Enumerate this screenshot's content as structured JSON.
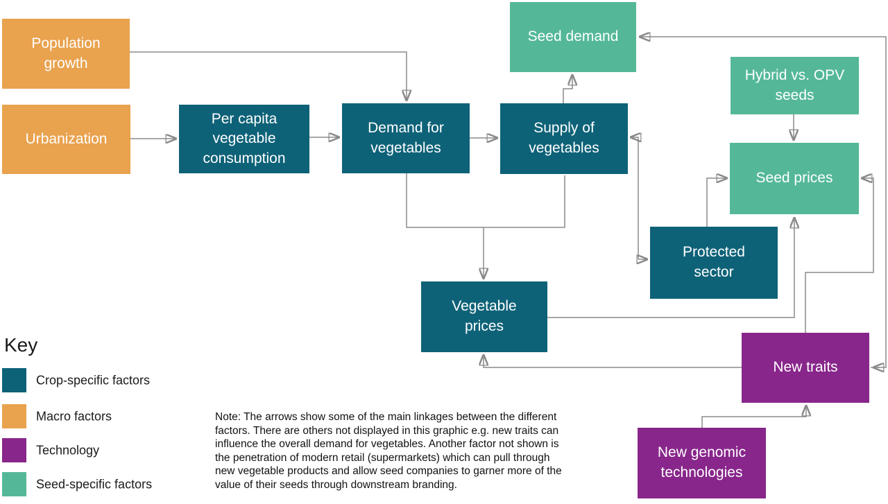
{
  "diagram": {
    "key": {
      "title": "Key",
      "entries": [
        {
          "id": "crop",
          "label": "Crop-specific factors",
          "color": "#0E6278"
        },
        {
          "id": "macro",
          "label": "Macro factors",
          "color": "#E9A24E"
        },
        {
          "id": "technology",
          "label": "Technology",
          "color": "#88268B"
        },
        {
          "id": "seed",
          "label": "Seed-specific factors",
          "color": "#54B898"
        }
      ]
    },
    "line_color": "#8A8A8A",
    "nodes": [
      {
        "id": "population-growth",
        "label": "Population growth",
        "category": "macro"
      },
      {
        "id": "urbanization",
        "label": "Urbanization",
        "category": "macro"
      },
      {
        "id": "per-capita-vegetable-consumption",
        "label": "Per capita vegetable consumption",
        "category": "crop"
      },
      {
        "id": "demand-for-vegetables",
        "label": "Demand for vegetables",
        "category": "crop"
      },
      {
        "id": "supply-of-vegetables",
        "label": "Supply of vegetables",
        "category": "crop"
      },
      {
        "id": "seed-demand",
        "label": "Seed demand",
        "category": "seed"
      },
      {
        "id": "hybrid-vs-opv-seeds",
        "label": "Hybrid vs. OPV seeds",
        "category": "seed"
      },
      {
        "id": "seed-prices",
        "label": "Seed prices",
        "category": "seed"
      },
      {
        "id": "protected-sector",
        "label": "Protected sector",
        "category": "crop"
      },
      {
        "id": "vegetable-prices",
        "label": "Vegetable prices",
        "category": "crop"
      },
      {
        "id": "new-traits",
        "label": "New traits",
        "category": "technology"
      },
      {
        "id": "new-genomic-technologies",
        "label": "New genomic technologies",
        "category": "technology"
      }
    ],
    "edges": [
      {
        "from": "population-growth",
        "to": "demand-for-vegetables"
      },
      {
        "from": "urbanization",
        "to": "per-capita-vegetable-consumption"
      },
      {
        "from": "per-capita-vegetable-consumption",
        "to": "demand-for-vegetables"
      },
      {
        "from": "demand-for-vegetables",
        "to": "supply-of-vegetables"
      },
      {
        "from": "supply-of-vegetables",
        "to": "seed-demand"
      },
      {
        "from": "demand-for-vegetables",
        "to": "vegetable-prices"
      },
      {
        "from": "supply-of-vegetables",
        "to": "vegetable-prices"
      },
      {
        "from": "supply-of-vegetables",
        "to": "protected-sector",
        "bidirectional": true
      },
      {
        "from": "protected-sector",
        "to": "seed-prices"
      },
      {
        "from": "hybrid-vs-opv-seeds",
        "to": "seed-prices"
      },
      {
        "from": "vegetable-prices",
        "to": "seed-prices"
      },
      {
        "from": "new-traits",
        "to": "seed-prices"
      },
      {
        "from": "new-traits",
        "to": "seed-demand",
        "bidirectional": true
      },
      {
        "from": "new-traits",
        "to": "vegetable-prices"
      },
      {
        "from": "new-genomic-technologies",
        "to": "new-traits"
      }
    ],
    "note_lines": [
      "Note: The arrows show some of the main linkages between the different",
      "factors. There are others not displayed in this graphic e.g. new traits can",
      "influence the overall demand for vegetables. Another factor not shown is",
      "the penetration of modern retail (supermarkets) which can pull through",
      "new vegetable products and allow seed companies to garner more of the",
      "value of their seeds through downstream branding."
    ]
  }
}
